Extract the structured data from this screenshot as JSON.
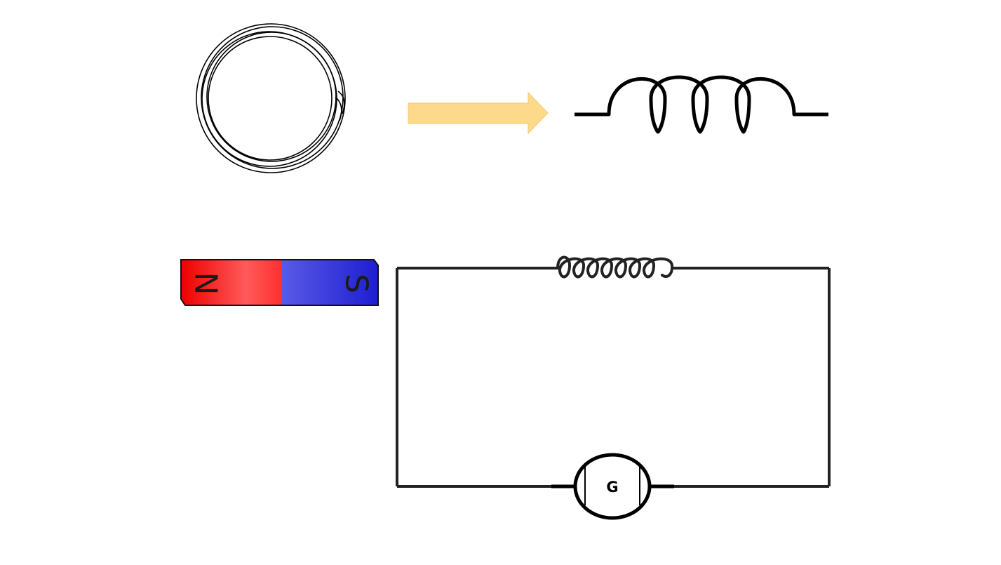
{
  "magnet": {
    "north_label": "N",
    "south_label": "S",
    "north_color": "#ff2a2a",
    "south_color": "#3a3ae0"
  },
  "arrow": {
    "color": "#fdd98b"
  },
  "galvanometer": {
    "label": "G"
  },
  "colors": {
    "wire": "#222222",
    "symbol": "#000000"
  }
}
